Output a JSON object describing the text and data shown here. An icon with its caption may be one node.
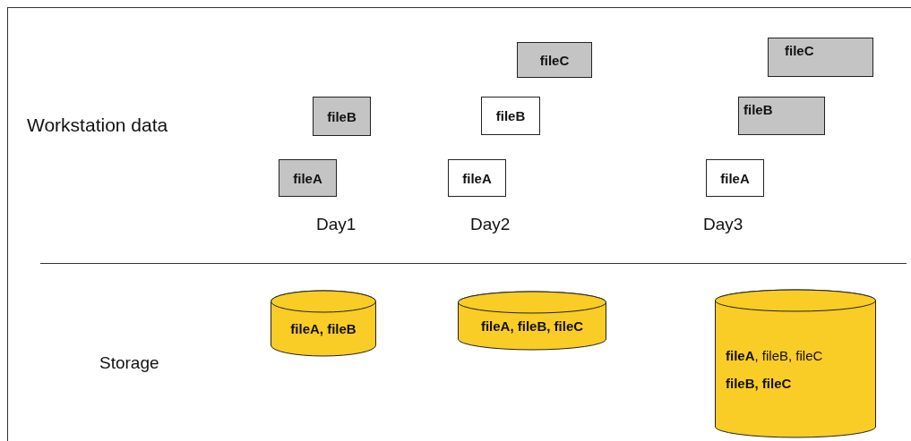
{
  "diagram": {
    "nodes": [
      {
        "text": [
          "fileC"
        ]
      },
      {
        "text": [
          "fileC"
        ]
      },
      {
        "text": [
          "fileB"
        ]
      },
      {
        "text": [
          "fileB"
        ]
      },
      {
        "text": [
          "fileB"
        ]
      },
      {
        "text": [
          "fileA"
        ]
      },
      {
        "text": [
          "fileA"
        ]
      },
      {
        "text": [
          "fileA"
        ]
      },
      {
        "text": [
          "fileA, fileB"
        ]
      },
      {
        "text": [
          "fileA, fileB, fileC"
        ]
      },
      {
        "text": [
          "**fileA**, fileB, fileC",
          "fileB, fileC"
        ]
      }
    ],
    "labels": [
      "Workstation data",
      "Day1",
      "Day2",
      "Day3",
      "Storage"
    ]
  }
}
